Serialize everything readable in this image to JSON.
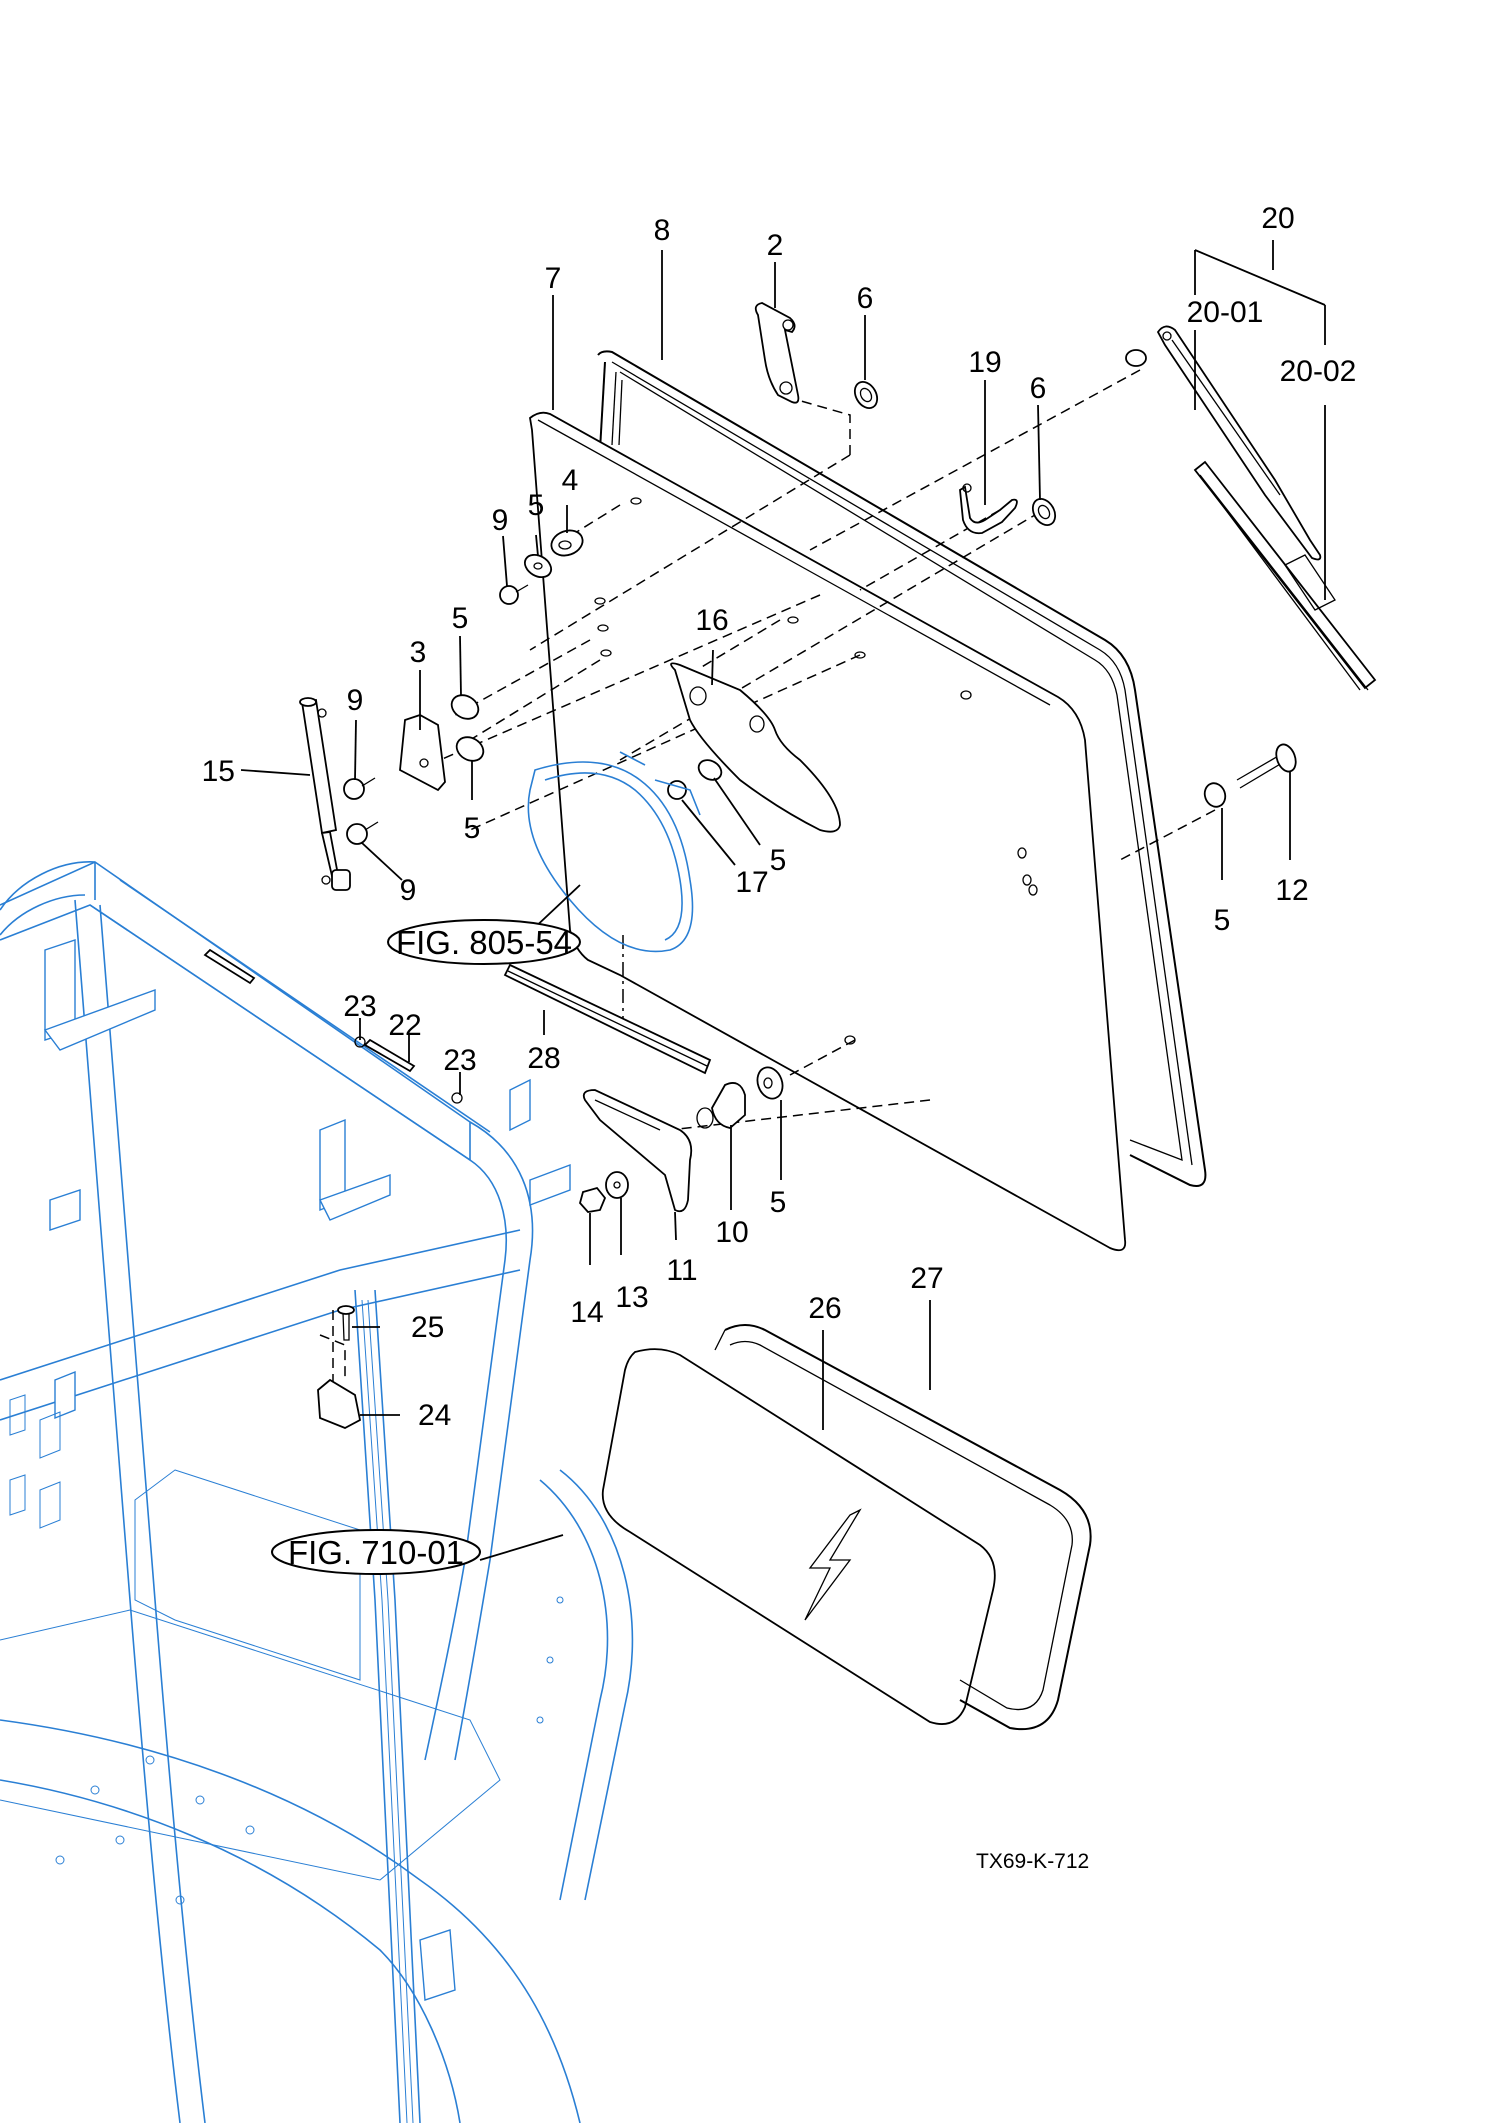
{
  "diagram": {
    "title_code": "TX69-K-712",
    "colors": {
      "part_lines": "#000000",
      "frame_lines": "#2a7fd4",
      "background": "#ffffff"
    },
    "references": [
      {
        "id": "ref-805",
        "text": "FIG. 805-54"
      },
      {
        "id": "ref-710",
        "text": "FIG. 710-01"
      }
    ],
    "callouts": {
      "c2": "2",
      "c3": "3",
      "c4": "4",
      "c5a": "5",
      "c5b": "5",
      "c5c": "5",
      "c5d": "5",
      "c5e": "5",
      "c5f": "5",
      "c6a": "6",
      "c6b": "6",
      "c7": "7",
      "c8": "8",
      "c9a": "9",
      "c9b": "9",
      "c9c": "9",
      "c10": "10",
      "c11": "11",
      "c12": "12",
      "c13": "13",
      "c14": "14",
      "c15": "15",
      "c16": "16",
      "c17": "17",
      "c19": "19",
      "c20": "20",
      "c20_01": "20-01",
      "c20_02": "20-02",
      "c22": "22",
      "c23a": "23",
      "c23b": "23",
      "c24": "24",
      "c25": "25",
      "c26": "26",
      "c27": "27",
      "c28": "28"
    }
  }
}
